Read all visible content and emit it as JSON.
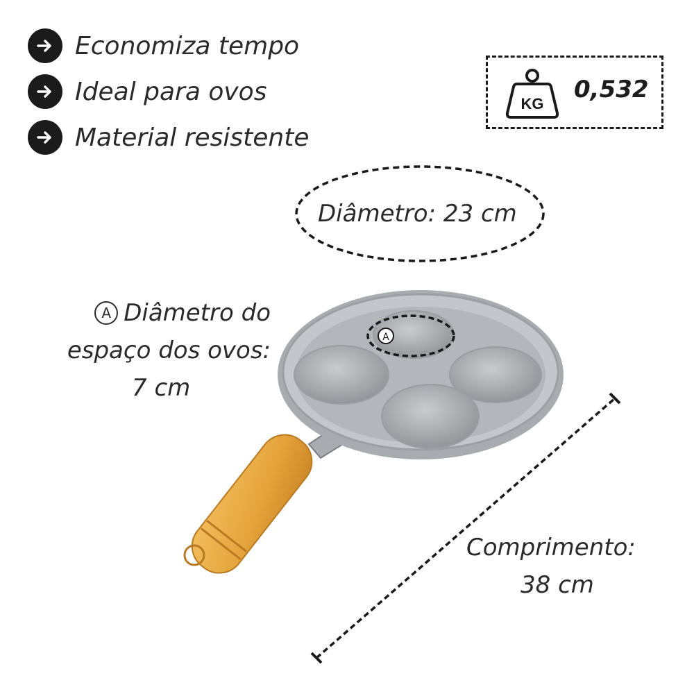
{
  "features": [
    {
      "label": "Economiza tempo",
      "icon": "arrow-right-icon"
    },
    {
      "label": "Ideal para ovos",
      "icon": "arrow-right-icon"
    },
    {
      "label": "Material resistente",
      "icon": "arrow-right-icon"
    }
  ],
  "weight": {
    "unit_icon_text": "KG",
    "value": "0,532",
    "icon": "weight-icon"
  },
  "diameter_total": "Diâmetro: 23 cm",
  "egg_space": {
    "marker": "A",
    "line1": "Diâmetro do",
    "line2": "espaço dos ovos:",
    "line3": "7 cm"
  },
  "length": {
    "line1": "Comprimento:",
    "line2": "38 cm"
  },
  "colors": {
    "pan_metal": "#b9bcc0",
    "pan_cavity": "#8e9195",
    "handle_wood": "#e8a63c",
    "dashed_lines": "#1a1a1a",
    "bullet_bg": "#1b1b1b"
  }
}
